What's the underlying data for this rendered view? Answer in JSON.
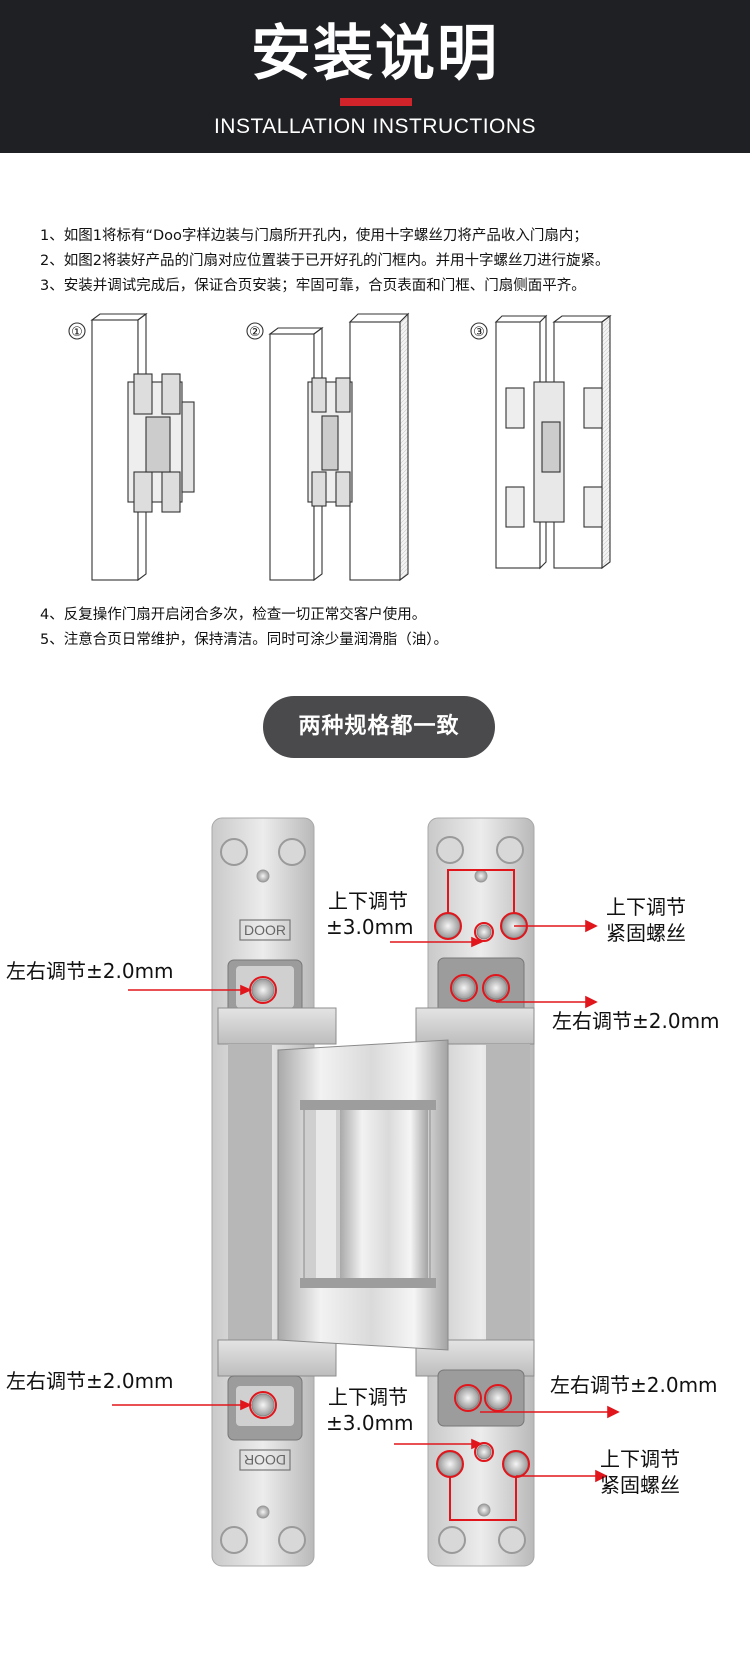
{
  "header": {
    "title": "安装说明",
    "subtitle": "INSTALLATION INSTRUCTIONS"
  },
  "steps": [
    "1、如图1将标有“Doo字样边装与门扇所开孔内，使用十字螺丝刀将产品收入门扇内；",
    "2、如图2将装好产品的门扇对应位置装于已开好孔的门框内。并用十字螺丝刀进行旋紧。",
    "3、安装并调试完成后，保证合页安装；牢固可靠，合页表面和门框、门扇侧面平齐。",
    "4、反复操作门扇开启闭合多次，检查一切正常交客户使用。",
    "5、注意合页日常维护，保持清洁。同时可涂少量润滑脂（油）。"
  ],
  "figures": {
    "markers": [
      "①",
      "②",
      "③"
    ]
  },
  "badge": "两种规格都一致",
  "hinge": {
    "brand_top": "DOOR",
    "brand_bottom": "DOOR",
    "labels": {
      "up_down_top_a": "上下调节",
      "up_down_top_b": "±3.0mm",
      "fasten_top_a": "上下调节",
      "fasten_top_b": "紧固螺丝",
      "lr_left_top": "左右调节±2.0mm",
      "lr_right_top": "左右调节±2.0mm",
      "lr_left_bottom": "左右调节±2.0mm",
      "lr_right_bottom": "左右调节±2.0mm",
      "up_down_bot_a": "上下调节",
      "up_down_bot_b": "±3.0mm",
      "fasten_bot_a": "上下调节",
      "fasten_bot_b": "紧固螺丝"
    },
    "accent_color": "#e0161c"
  }
}
